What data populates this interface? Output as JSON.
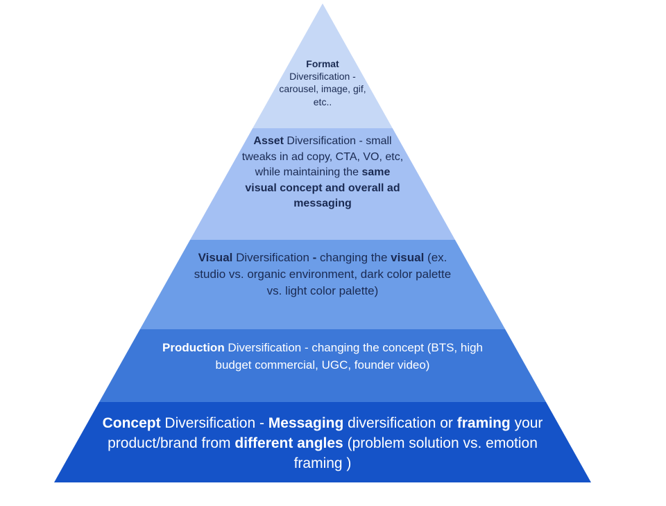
{
  "title": "Creative Diversification Pyramid",
  "levels": [
    {
      "name": "format",
      "color": "#c6d8f6",
      "text_color": "#1a2a52",
      "segments": [
        {
          "text": "Format",
          "bold": true,
          "br": true
        },
        {
          "text": "Diversification - carousel, image, gif, etc..",
          "bold": false
        }
      ]
    },
    {
      "name": "asset",
      "color": "#a4c0f3",
      "text_color": "#1a2a52",
      "segments": [
        {
          "text": "Asset",
          "bold": true
        },
        {
          "text": " Diversification - small tweaks in ad copy, CTA, VO, etc, while maintaining the ",
          "bold": false
        },
        {
          "text": "same visual concept and overall ad messaging",
          "bold": true
        }
      ]
    },
    {
      "name": "visual",
      "color": "#6c9de8",
      "text_color": "#1a2a52",
      "segments": [
        {
          "text": "Visual",
          "bold": true
        },
        {
          "text": " Diversification ",
          "bold": false
        },
        {
          "text": "-",
          "bold": true
        },
        {
          "text": " changing the ",
          "bold": false
        },
        {
          "text": "visual",
          "bold": true
        },
        {
          "text": " (ex. studio vs. organic environment, dark color palette vs. light color palette)",
          "bold": false
        }
      ]
    },
    {
      "name": "production",
      "color": "#3d78d8",
      "text_color": "#ffffff",
      "segments": [
        {
          "text": "Production",
          "bold": true
        },
        {
          "text": " Diversification - changing the concept (BTS, high budget commercial, UGC, founder video)",
          "bold": false
        }
      ]
    },
    {
      "name": "concept",
      "color": "#1553c8",
      "text_color": "#ffffff",
      "segments": [
        {
          "text": "Concept",
          "bold": true
        },
        {
          "text": " Diversification - ",
          "bold": false
        },
        {
          "text": "Messaging",
          "bold": true
        },
        {
          "text": " diversification or ",
          "bold": false
        },
        {
          "text": "framing",
          "bold": true
        },
        {
          "text": " your product/brand from ",
          "bold": false
        },
        {
          "text": "different angles",
          "bold": true
        },
        {
          "text": " (problem solution vs. emotion framing )",
          "bold": false
        }
      ]
    }
  ]
}
